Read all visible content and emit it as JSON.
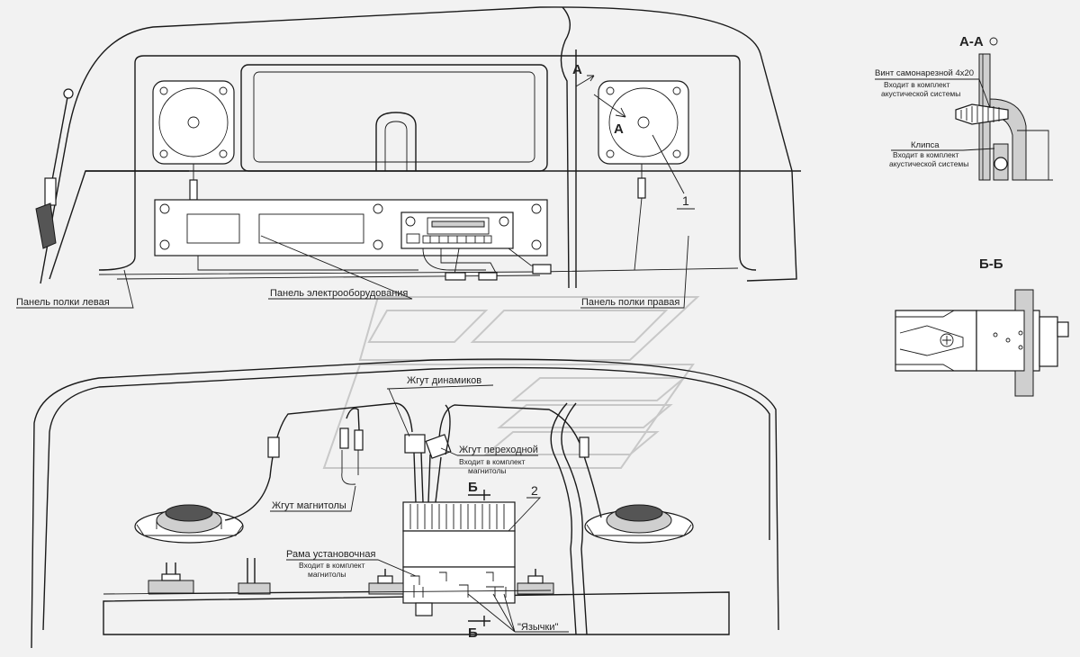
{
  "labels": {
    "section_aa": "А-А",
    "section_bb": "Б-Б",
    "mark_a_top": "А",
    "mark_a_speaker": "А",
    "mark_b_top": "Б",
    "mark_b_bottom": "Б",
    "callout_1": "1",
    "callout_2": "2",
    "panel_left": "Панель полки левая",
    "panel_electrical": "Панель электрооборудования",
    "panel_right": "Панель полки правая",
    "harness_speakers": "Жгут динамиков",
    "harness_adapter": "Жгут переходной",
    "harness_adapter_note_1": "Входит в комплект",
    "harness_adapter_note_2": "магнитолы",
    "harness_radio": "Жгут магнитолы",
    "mount_frame": "Рама установочная",
    "mount_frame_note_1": "Входит в комплект",
    "mount_frame_note_2": "магнитолы",
    "tabs": "\"Язычки\"",
    "aa_screw": "Винт самонарезной 4х20",
    "aa_screw_note_1": "Входит в комплект",
    "aa_screw_note_2": "акустической системы",
    "aa_clip": "Клипса",
    "aa_clip_note_1": "Входит в комплект",
    "aa_clip_note_2": "акустической системы"
  },
  "colors": {
    "line": "#1a1a1a",
    "background": "#f2f2f2",
    "watermark": "#c8c8c8"
  }
}
